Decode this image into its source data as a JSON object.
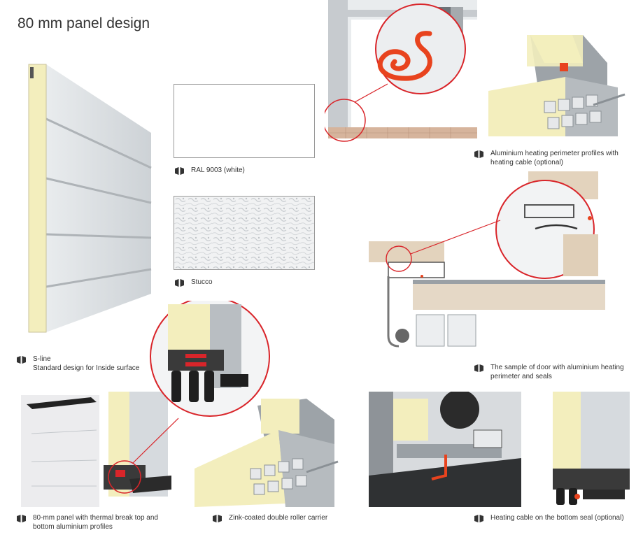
{
  "page": {
    "title": "80 mm panel design"
  },
  "captions": {
    "sline_title": "S-line",
    "sline_sub": "Standard design for Inside surface",
    "ral": "RAL 9003 (white)",
    "stucco": "Stucco",
    "heating_profiles": "Aluminium heating perimeter profiles with heating cable (optional)",
    "sample_door": "The sample of door with aluminium heating perimeter and seals",
    "panel_80": "80-mm panel with thermal break top and bottom aluminium profiles",
    "roller": "Zink-coated double roller carrier",
    "bottom_seal": "Heating cable on the bottom seal (optional)"
  },
  "colors": {
    "accent_red": "#d9252a",
    "insulation": "#f3eebd",
    "panel_grey": "#cfd3d7"
  }
}
